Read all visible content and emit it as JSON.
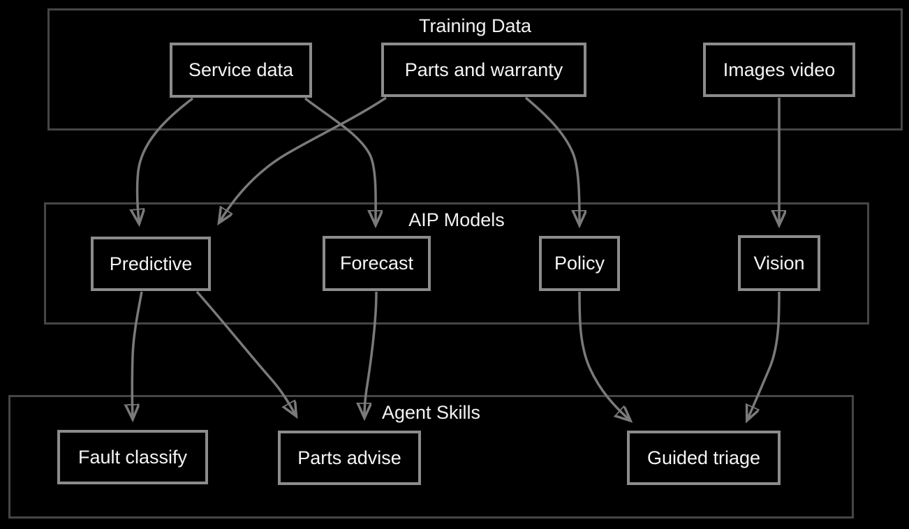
{
  "diagram": {
    "clusters": [
      {
        "id": "training",
        "label": "Training Data"
      },
      {
        "id": "aip",
        "label": "AIP Models"
      },
      {
        "id": "skills",
        "label": "Agent Skills"
      }
    ],
    "nodes": [
      {
        "id": "service-data",
        "label": "Service data",
        "cluster": "training"
      },
      {
        "id": "parts-warranty",
        "label": "Parts and warranty",
        "cluster": "training"
      },
      {
        "id": "images-video",
        "label": "Images video",
        "cluster": "training"
      },
      {
        "id": "predictive",
        "label": "Predictive",
        "cluster": "aip"
      },
      {
        "id": "forecast",
        "label": "Forecast",
        "cluster": "aip"
      },
      {
        "id": "policy",
        "label": "Policy",
        "cluster": "aip"
      },
      {
        "id": "vision",
        "label": "Vision",
        "cluster": "aip"
      },
      {
        "id": "fault-classify",
        "label": "Fault classify",
        "cluster": "skills"
      },
      {
        "id": "parts-advise",
        "label": "Parts advise",
        "cluster": "skills"
      },
      {
        "id": "guided-triage",
        "label": "Guided triage",
        "cluster": "skills"
      }
    ],
    "edges": [
      {
        "from": "service-data",
        "to": "predictive"
      },
      {
        "from": "service-data",
        "to": "forecast"
      },
      {
        "from": "parts-warranty",
        "to": "predictive"
      },
      {
        "from": "parts-warranty",
        "to": "policy"
      },
      {
        "from": "images-video",
        "to": "vision"
      },
      {
        "from": "predictive",
        "to": "fault-classify"
      },
      {
        "from": "predictive",
        "to": "parts-advise"
      },
      {
        "from": "forecast",
        "to": "parts-advise"
      },
      {
        "from": "policy",
        "to": "guided-triage"
      },
      {
        "from": "vision",
        "to": "guided-triage"
      }
    ],
    "colors": {
      "background": "#000000",
      "cluster_border": "#464646",
      "node_border": "#8c8c8c",
      "edge": "#7a7a7a",
      "text": "#f5f5f5"
    }
  }
}
